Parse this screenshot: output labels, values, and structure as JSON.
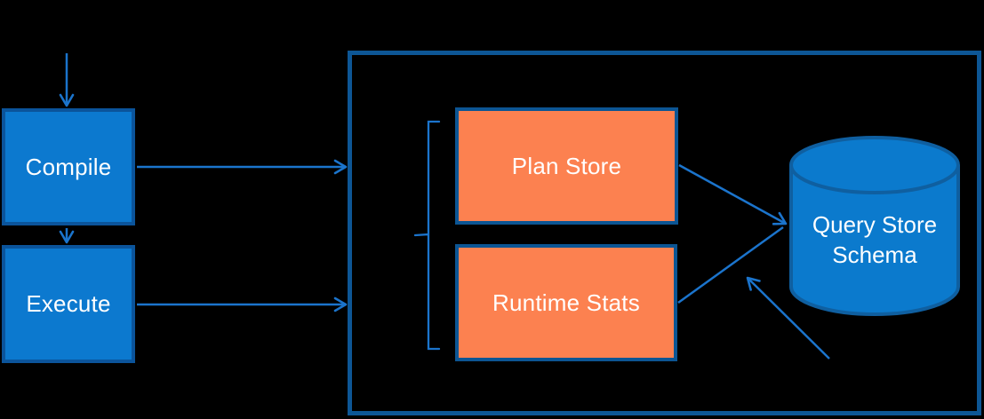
{
  "diagram": {
    "nodes": {
      "compile": {
        "label": "Compile"
      },
      "execute": {
        "label": "Execute"
      },
      "plan_store": {
        "label": "Plan Store"
      },
      "runtime_stats": {
        "label": "Runtime Stats"
      },
      "query_store_schema": {
        "label_line1": "Query Store",
        "label_line2": "Schema"
      }
    },
    "icons": {
      "database": "database-cylinder-icon",
      "brace": "left-bracket-brace",
      "arrowhead": "open-chevron-arrowhead"
    },
    "colors": {
      "background": "#000000",
      "process_fill": "#0c79cf",
      "process_border": "#0b549b",
      "store_fill": "#fc8150",
      "store_border": "#0c5593",
      "container_border": "#0d5695",
      "arrow": "#1b74cc",
      "cylinder_fill": "#0b7acd",
      "cylinder_border": "#0f5fa0",
      "text": "#ffffff"
    }
  }
}
